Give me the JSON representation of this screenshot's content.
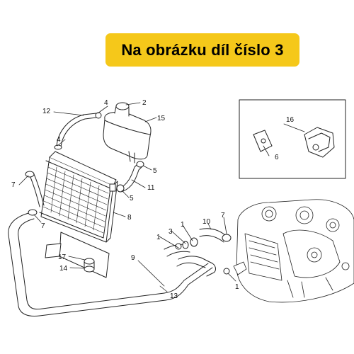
{
  "banner": {
    "text": "Na obrázku díl číslo 3",
    "color": "#f5c81a"
  },
  "callouts": [
    "12",
    "4",
    "2",
    "15",
    "4",
    "7",
    "5",
    "5",
    "11",
    "7",
    "8",
    "16",
    "6",
    "17",
    "14",
    "1",
    "3",
    "1",
    "10",
    "7",
    "9",
    "13",
    "1"
  ],
  "colors": {
    "line": "#222222",
    "banner": "#f5c81a"
  }
}
